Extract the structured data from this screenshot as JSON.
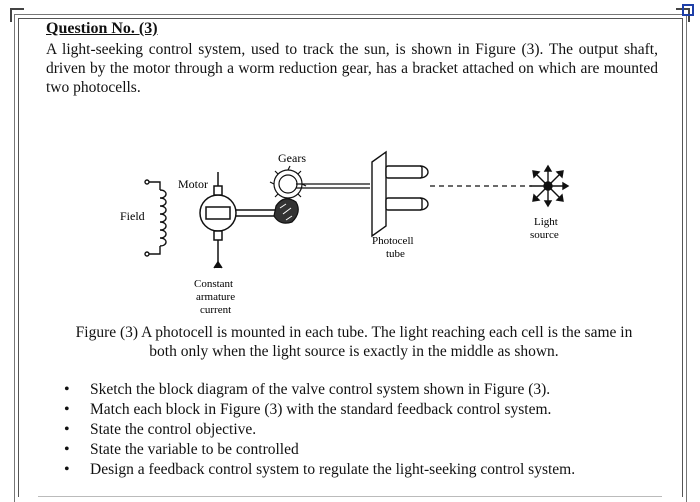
{
  "question": {
    "title": "Question No. (3)",
    "intro": "A light-seeking control system, used to track the sun, is shown in Figure (3). The output shaft, driven by the motor through a worm reduction gear, has a bracket attached on which are mounted two photocells."
  },
  "figure": {
    "labels": {
      "gears": "Gears",
      "motor": "Motor",
      "field": "Field",
      "photocell_line1": "Photocell",
      "photocell_line2": "tube",
      "light_line1": "Light",
      "light_line2": "source",
      "current_line1": "Constant",
      "current_line2": "armature",
      "current_line3": "current"
    },
    "caption_line1": "Figure (3) A photocell is mounted in each tube. The light reaching each cell is the same in",
    "caption_line2": "both only when the light source is exactly in the middle as shown."
  },
  "tasks": [
    "Sketch the block diagram of the valve control system shown in Figure (3).",
    "Match each block in Figure (3) with the standard feedback control system.",
    "State the control objective.",
    "State the variable to be controlled",
    "Design a feedback control system to regulate the light-seeking control system."
  ]
}
